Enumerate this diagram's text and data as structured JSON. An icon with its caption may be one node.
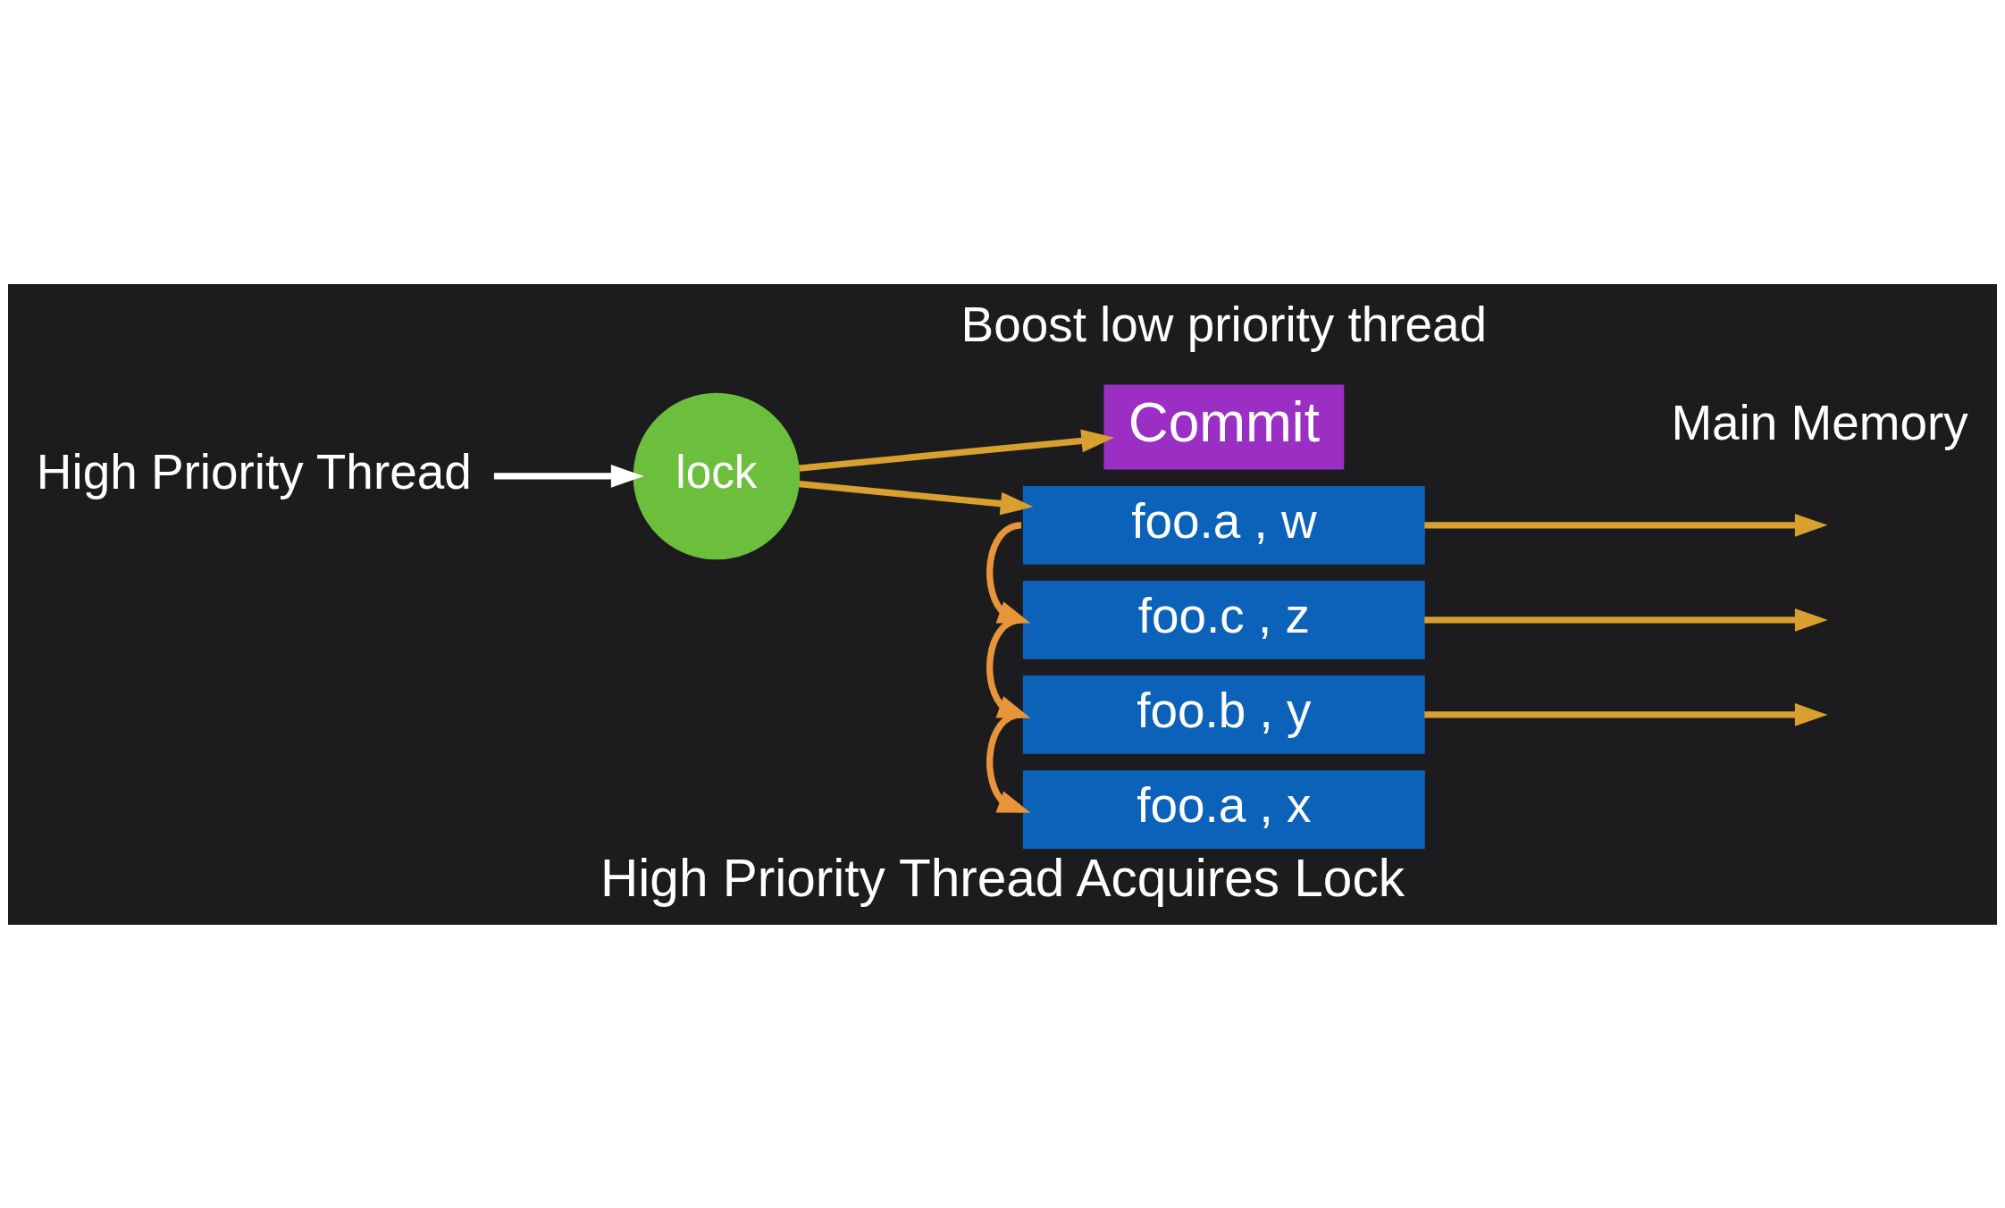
{
  "diagram": {
    "caption": "High Priority Thread Acquires Lock",
    "nodes": [
      {
        "text": [
          "lock"
        ]
      },
      {
        "text": [
          "Commit"
        ]
      },
      {
        "text": [
          "foo.a , w"
        ]
      },
      {
        "text": [
          "foo.c , z"
        ]
      },
      {
        "text": [
          "foo.b , y"
        ]
      },
      {
        "text": [
          "foo.a , x"
        ]
      },
      {
        "text": [
          "High Priority Thread"
        ]
      }
    ],
    "edges": [
      {
        "from": 6,
        "to": 0,
        "arrow": "to",
        "color": "#ffffff"
      },
      {
        "from": 0,
        "to": 1,
        "arrow": "to"
      },
      {
        "from": 0,
        "to": 2,
        "arrow": "to"
      },
      {
        "from": 2,
        "to": 3,
        "arrow": "to",
        "color": "#e8943a"
      },
      {
        "from": 3,
        "to": 4,
        "arrow": "to",
        "color": "#e8943a"
      },
      {
        "from": 4,
        "to": 5,
        "arrow": "to",
        "color": "#e8943a"
      },
      {
        "from": 2,
        "to": null,
        "arrow": "to"
      },
      {
        "from": 3,
        "to": null,
        "arrow": "to"
      },
      {
        "from": 4,
        "to": null,
        "arrow": "to"
      }
    ],
    "labels": [
      "Boost low priority thread",
      "Main Memory"
    ]
  }
}
